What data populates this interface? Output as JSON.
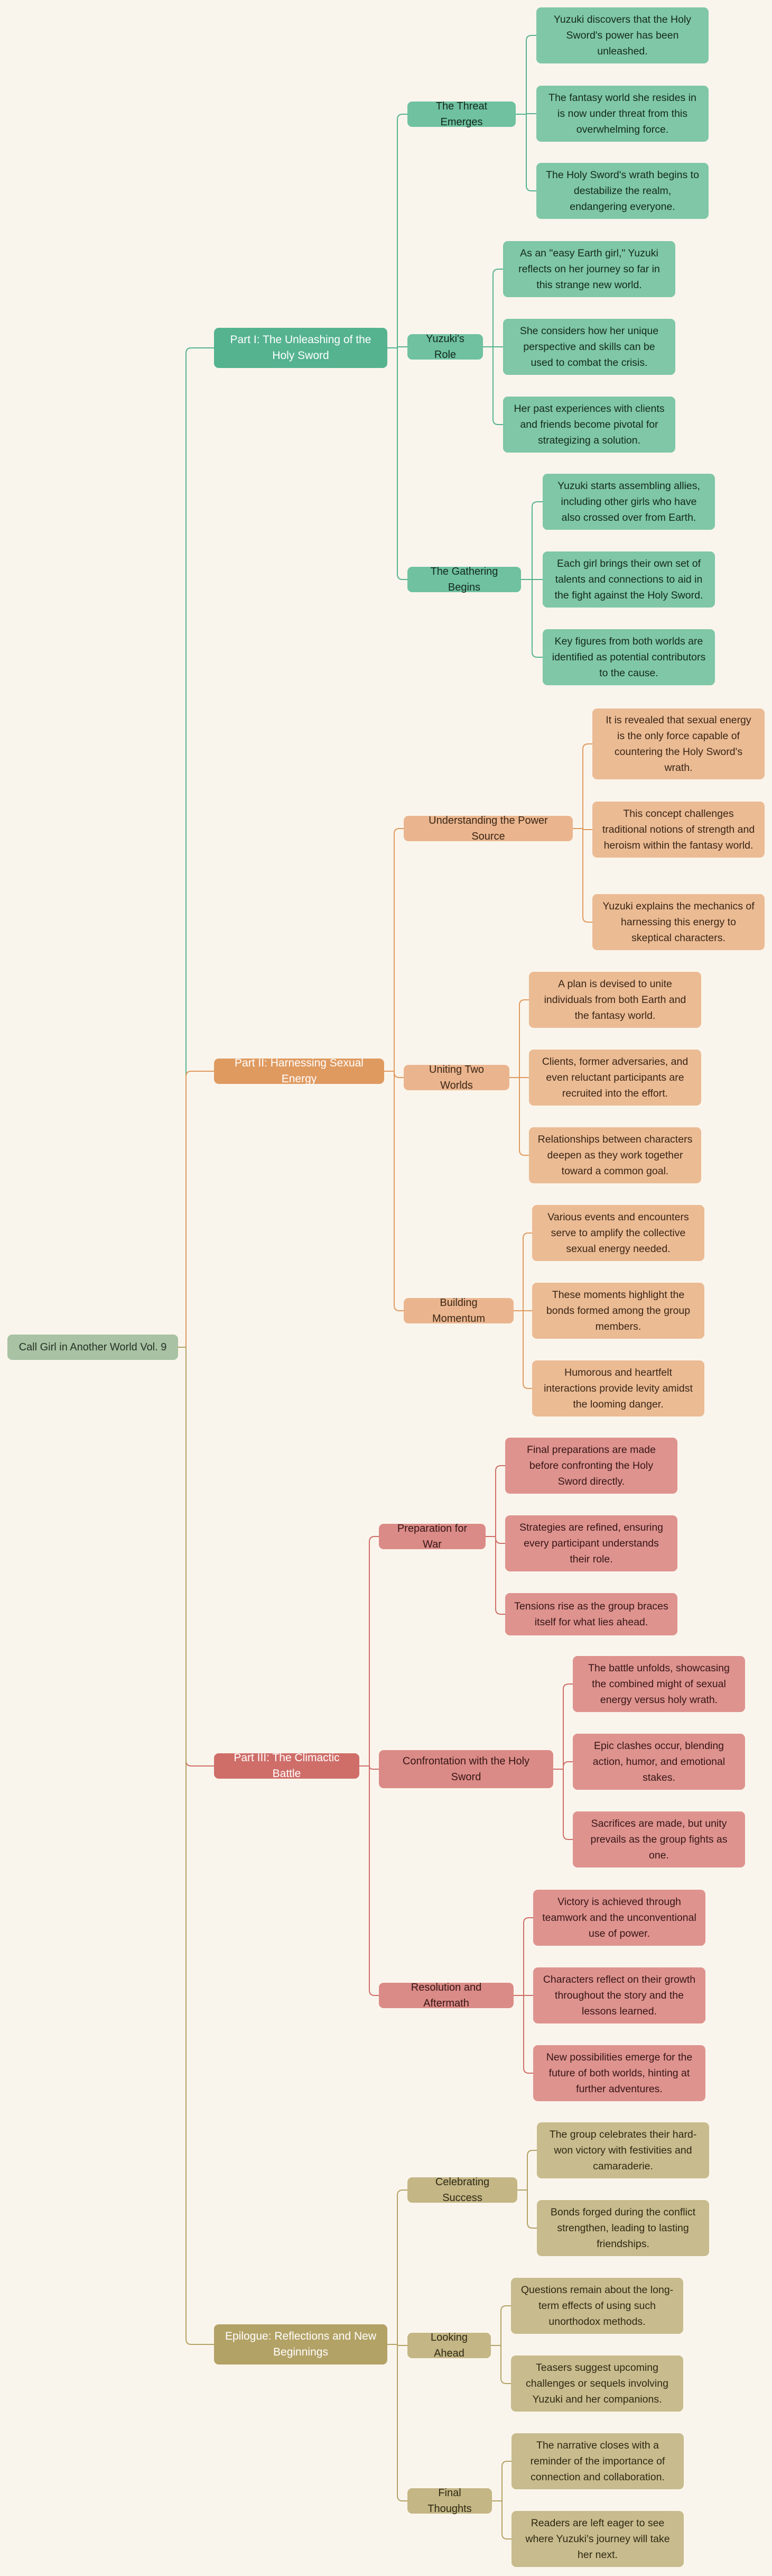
{
  "mindmap": {
    "root": {
      "label": "Call Girl in Another World Vol. 9"
    },
    "parts": [
      {
        "label": "Part I: The Unleashing of the Holy Sword",
        "color": "#55b390",
        "topics": [
          {
            "label": "The Threat Emerges",
            "points": [
              "Yuzuki discovers that the Holy Sword's power has been unleashed.",
              "The fantasy world she resides in is now under threat from this overwhelming force.",
              "The Holy Sword's wrath begins to destabilize the realm, endangering everyone."
            ]
          },
          {
            "label": "Yuzuki's Role",
            "points": [
              "As an \"easy Earth girl,\" Yuzuki reflects on her journey so far in this strange new world.",
              "She considers how her unique perspective and skills can be used to combat the crisis.",
              "Her past experiences with clients and friends become pivotal for strategizing a solution."
            ]
          },
          {
            "label": "The Gathering Begins",
            "points": [
              "Yuzuki starts assembling allies, including other girls who have also crossed over from Earth.",
              "Each girl brings their own set of talents and connections to aid in the fight against the Holy Sword.",
              "Key figures from both worlds are identified as potential contributors to the cause."
            ]
          }
        ]
      },
      {
        "label": "Part II: Harnessing Sexual Energy",
        "color": "#df9a60",
        "topics": [
          {
            "label": "Understanding the Power Source",
            "points": [
              "It is revealed that sexual energy is the only force capable of countering the Holy Sword's wrath.",
              "This concept challenges traditional notions of strength and heroism within the fantasy world.",
              "Yuzuki explains the mechanics of harnessing this energy to skeptical characters."
            ]
          },
          {
            "label": "Uniting Two Worlds",
            "points": [
              "A plan is devised to unite individuals from both Earth and the fantasy world.",
              "Clients, former adversaries, and even reluctant participants are recruited into the effort.",
              "Relationships between characters deepen as they work together toward a common goal."
            ]
          },
          {
            "label": "Building Momentum",
            "points": [
              "Various events and encounters serve to amplify the collective sexual energy needed.",
              "These moments highlight the bonds formed among the group members.",
              "Humorous and heartfelt interactions provide levity amidst the looming danger."
            ]
          }
        ]
      },
      {
        "label": "Part III: The Climactic Battle",
        "color": "#cf6e69",
        "topics": [
          {
            "label": "Preparation for War",
            "points": [
              "Final preparations are made before confronting the Holy Sword directly.",
              "Strategies are refined, ensuring every participant understands their role.",
              "Tensions rise as the group braces itself for what lies ahead."
            ]
          },
          {
            "label": "Confrontation with the Holy Sword",
            "points": [
              "The battle unfolds, showcasing the combined might of sexual energy versus holy wrath.",
              "Epic clashes occur, blending action, humor, and emotional stakes.",
              "Sacrifices are made, but unity prevails as the group fights as one."
            ]
          },
          {
            "label": "Resolution and Aftermath",
            "points": [
              "Victory is achieved through teamwork and the unconventional use of power.",
              "Characters reflect on their growth throughout the story and the lessons learned.",
              "New possibilities emerge for the future of both worlds, hinting at further adventures."
            ]
          }
        ]
      },
      {
        "label": "Epilogue: Reflections and New Beginnings",
        "color": "#b3a266",
        "topics": [
          {
            "label": "Celebrating Success",
            "points": [
              "The group celebrates their hard-won victory with festivities and camaraderie.",
              "Bonds forged during the conflict strengthen, leading to lasting friendships."
            ]
          },
          {
            "label": "Looking Ahead",
            "points": [
              "Questions remain about the long-term effects of using such unorthodox methods.",
              "Teasers suggest upcoming challenges or sequels involving Yuzuki and her companions."
            ]
          },
          {
            "label": "Final Thoughts",
            "points": [
              "The narrative closes with a reminder of the importance of connection and collaboration.",
              "Readers are left eager to see where Yuzuki's journey will take her next."
            ]
          }
        ]
      }
    ]
  }
}
